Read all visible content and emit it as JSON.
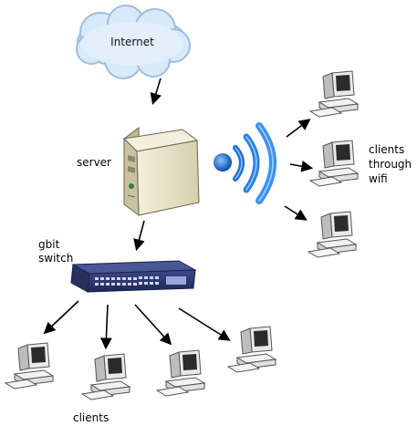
{
  "nodes": {
    "internet": {
      "label": "Internet",
      "icon": "cloud-icon"
    },
    "server": {
      "label": "server",
      "icon": "server-tower-icon"
    },
    "switch": {
      "label_line1": "gbit",
      "label_line2": "switch",
      "icon": "network-switch-icon"
    },
    "wifi": {
      "icon": "wifi-signal-icon"
    },
    "wifi_clients": {
      "label_line1": "clients",
      "label_line2": "through",
      "label_line3": "wifi",
      "icon": "desktop-computer-icon",
      "count": 3
    },
    "wired_clients": {
      "label": "clients",
      "icon": "desktop-computer-icon",
      "count": 4
    }
  },
  "colors": {
    "cloud": "#cfe3f5",
    "cloud_edge": "#9fbfe0",
    "wifi": "#1e6fd0",
    "server_case": "#e8e2c8",
    "switch_body": "#2d3870",
    "arrow": "#000000"
  }
}
